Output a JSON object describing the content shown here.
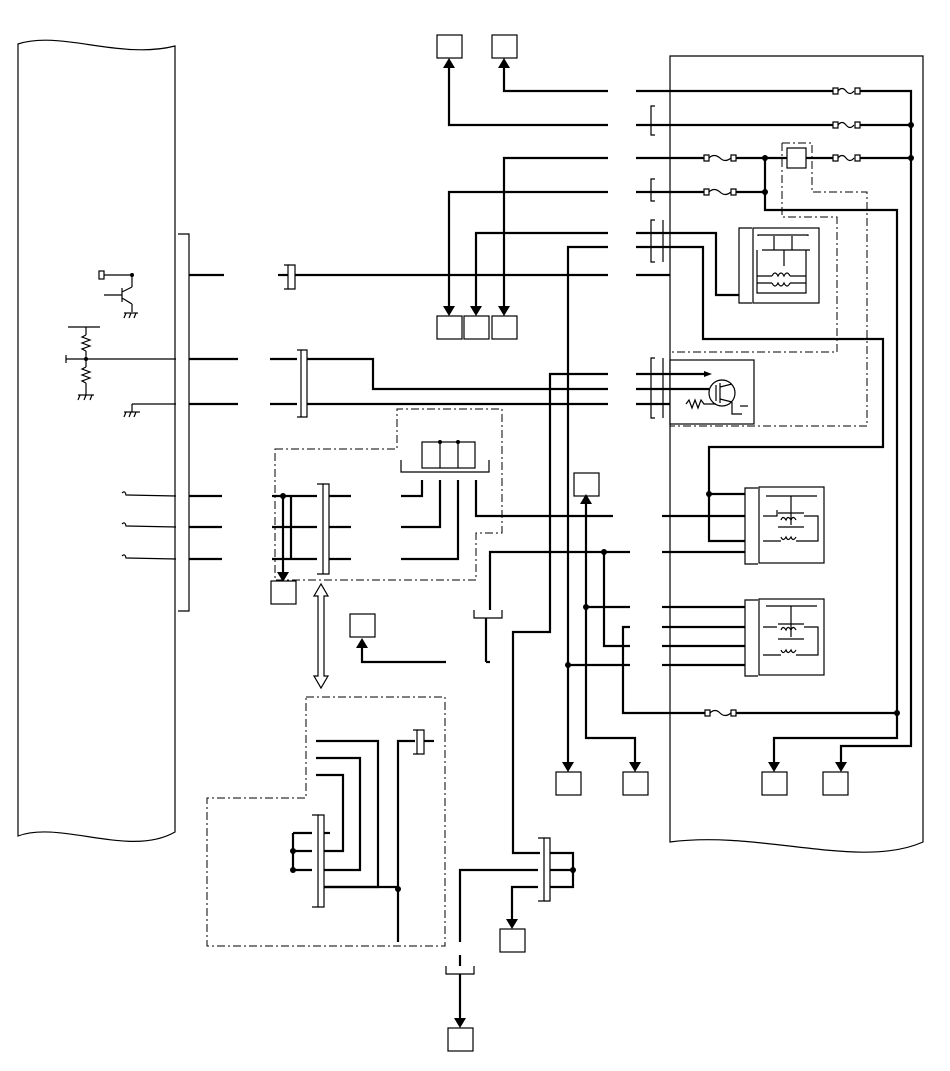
{
  "diagram": {
    "colors": {
      "line": "#000000",
      "background": "#ffffff"
    },
    "modules": [
      "left-control-unit",
      "right-fuse-relay-box",
      "upper-dash-dot-unit",
      "lower-dash-dot-unit"
    ],
    "connector_boxes": 15,
    "relays": 3,
    "fuses": 6,
    "labels": []
  }
}
